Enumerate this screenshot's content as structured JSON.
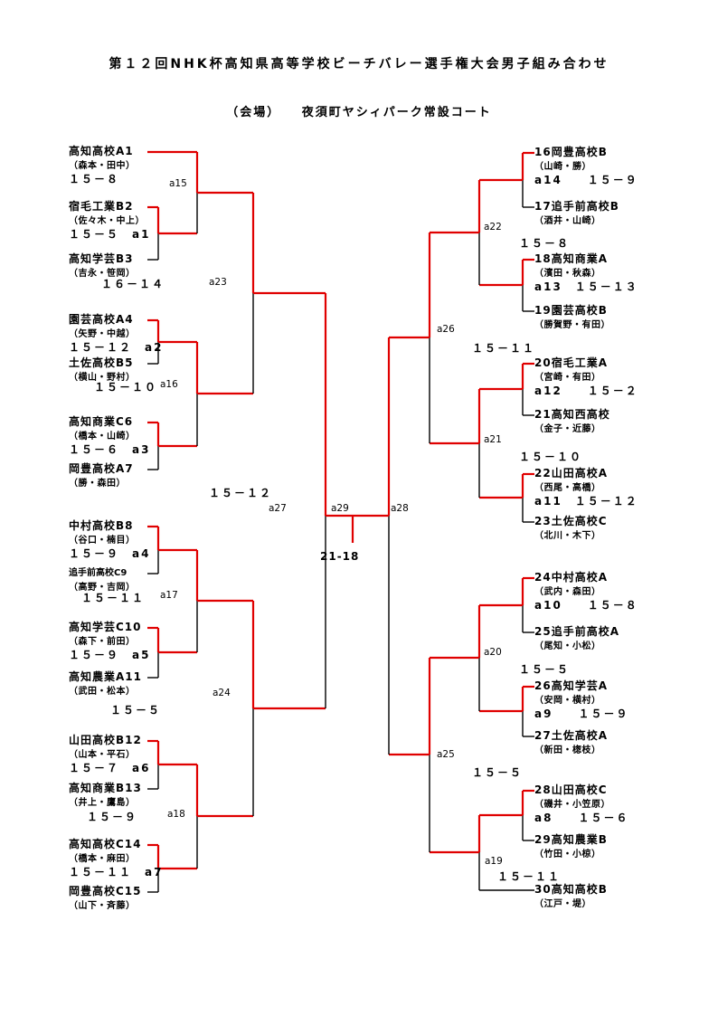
{
  "header": {
    "title": "第１２回NHK杯高知県高等学校ビーチバレー選手権大会男子組み合わせ",
    "venue": "（会場）　　夜須町ヤシィパーク常設コート"
  },
  "colors": {
    "winner_line": "#e00000",
    "line": "#000000",
    "background": "#ffffff"
  },
  "teams": [
    {
      "name": "高知高校A1",
      "players": "（森本・田中）",
      "score": "１５－８"
    },
    {
      "name": "宿毛工業B2",
      "players": "（佐々木・中上）",
      "score": "１５－５　a1"
    },
    {
      "name": "高知学芸B3",
      "players": "（吉永・笹岡）"
    },
    {
      "name": "園芸高校A4",
      "players": "（矢野・中越）",
      "score": "１５－１２　a2"
    },
    {
      "name": "土佐高校B5",
      "players": "（横山・野村）"
    },
    {
      "name": "高知商業C6",
      "players": "（橋本・山崎）",
      "score": "１５－６　a3"
    },
    {
      "name": "岡豊高校A7",
      "players": "（勝・森田）"
    },
    {
      "name": "中村高校B8",
      "players": "（谷口・楠目）",
      "score": "１５－９　a4"
    },
    {
      "name": "追手前高校C9",
      "players": "（高野・吉岡）"
    },
    {
      "name": "高知学芸C10",
      "players": "（森下・前田）",
      "score": "１５－９　a5"
    },
    {
      "name": "高知農業A11",
      "players": "（武田・松本）"
    },
    {
      "name": "山田高校B12",
      "players": "（山本・平石）",
      "score": "１５－７　a6"
    },
    {
      "name": "高知商業B13",
      "players": "（井上・鷹島）"
    },
    {
      "name": "高知高校C14",
      "players": "（橋本・麻田）",
      "score": "１５－１１　a7"
    },
    {
      "name": "岡豊高校C15",
      "players": "（山下・斉藤）"
    },
    {
      "name": "16岡豊高校B",
      "players": "（山崎・勝）",
      "score": "a14　　１５－９"
    },
    {
      "name": "17追手前高校B",
      "players": "（酒井・山崎）"
    },
    {
      "name": "18高知商業A",
      "players": "（濱田・秋森）",
      "score": "a13　１５－１３"
    },
    {
      "name": "19園芸高校B",
      "players": "（勝賀野・有田）"
    },
    {
      "name": "20宿毛工業A",
      "players": "（宮崎・有田）",
      "score": "a12　　１５－２"
    },
    {
      "name": "21高知西高校",
      "players": "（金子・近藤）"
    },
    {
      "name": "22山田高校A",
      "players": "（西尾・高橋）",
      "score": "a11　１５－１２"
    },
    {
      "name": "23土佐高校C",
      "players": "（北川・木下）"
    },
    {
      "name": "24中村高校A",
      "players": "（武内・森田）",
      "score": "a10　　１５－８"
    },
    {
      "name": "25追手前高校A",
      "players": "（尾知・小松）"
    },
    {
      "name": "26高知学芸A",
      "players": "（安岡・横村）",
      "score": "a9　　１５－９"
    },
    {
      "name": "27土佐高校A",
      "players": "（新田・楤枝）"
    },
    {
      "name": "28山田高校C",
      "players": "（磯井・小笠原）",
      "score": "a8　　１５－６"
    },
    {
      "name": "29高知農業B",
      "players": "（竹田・小椋）"
    },
    {
      "name": "30高知高校B",
      "players": "（江戸・堤）"
    }
  ],
  "round_labels": {
    "a15": "a15",
    "a16": "a16",
    "a17": "a17",
    "a18": "a18",
    "a19": "a19",
    "a20": "a20",
    "a21": "a21",
    "a22": "a22",
    "a23": "a23",
    "a24": "a24",
    "a25": "a25",
    "a26": "a26",
    "a27": "a27",
    "a28": "a28",
    "a29": "a29"
  },
  "round_scores": {
    "a16": "１５－１０",
    "a17": "１５－１１",
    "a18": "１５－９",
    "a19": "１５－１１",
    "a20": "１５－５",
    "a21": "１５－１０",
    "a22": "１５－８",
    "a23": "１６－１４",
    "a24": "１５－５",
    "a25": "１５－５",
    "a26": "１５－１１",
    "a27": "１５－１２",
    "final": "21-18"
  }
}
